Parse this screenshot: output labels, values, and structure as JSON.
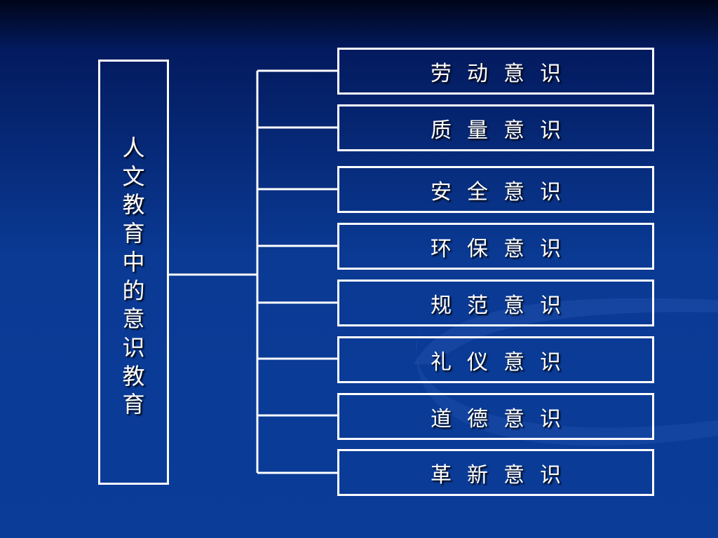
{
  "root": {
    "label": "人文教育中的意识教育",
    "chars": [
      "人",
      "文",
      "教",
      "育",
      "中",
      "的",
      "意",
      "识",
      "教",
      "育"
    ]
  },
  "items": [
    {
      "label": "劳动意识"
    },
    {
      "label": "质量意识"
    },
    {
      "label": "安全意识"
    },
    {
      "label": "环保意识"
    },
    {
      "label": "规范意识"
    },
    {
      "label": "礼仪意识"
    },
    {
      "label": "道德意识"
    },
    {
      "label": "革新意识"
    }
  ],
  "colors": {
    "background_top": "#000518",
    "background_main": "#0a3c98",
    "line": "#ffffff",
    "text": "#ffffff",
    "text_shadow": "#000000"
  }
}
